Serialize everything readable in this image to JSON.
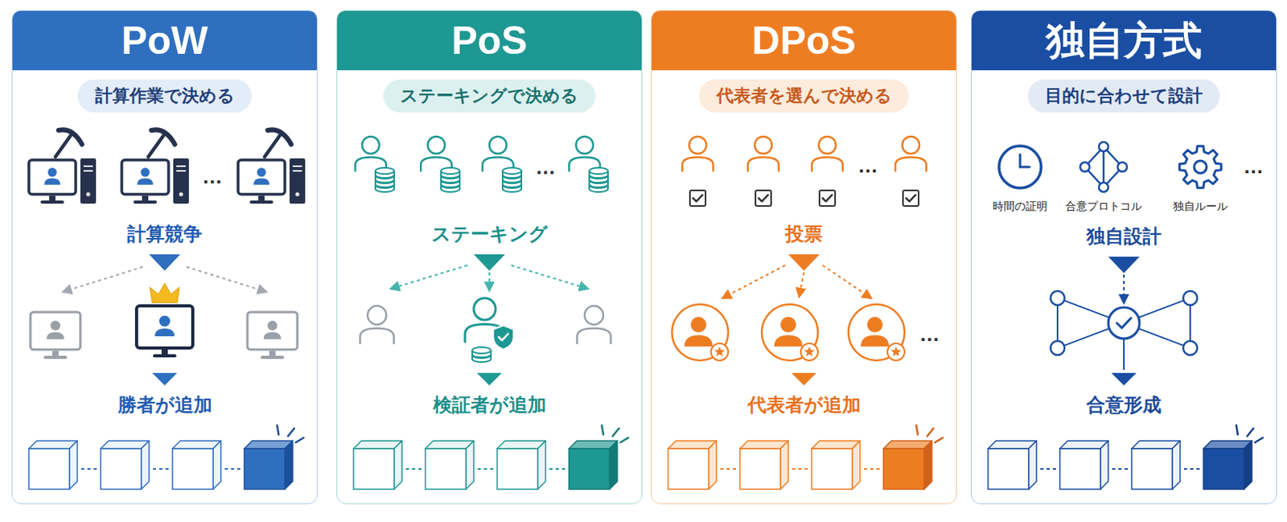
{
  "diagram": {
    "nodes": [
      {
        "text": [
          "PoW"
        ]
      },
      {
        "text": [
          "計算作業で決める"
        ],
        "in": 0
      },
      {
        "text": [
          "PoS"
        ]
      },
      {
        "text": [
          "ステーキングで決める"
        ],
        "in": 2
      },
      {
        "text": [
          "DPoS"
        ]
      },
      {
        "text": [
          "代表者を選んで決める"
        ],
        "in": 4
      },
      {
        "text": [
          "独自方式"
        ]
      },
      {
        "text": [
          "目的に合わせて設計"
        ],
        "in": 6
      }
    ],
    "labels": [
      "…",
      "計算競争",
      "勝者が追加",
      "…",
      "ステーキング",
      "検証者が追加",
      "…",
      "投票",
      "…",
      "代表者が追加",
      "時間の証明",
      "合意プロトコル",
      "独自ルール",
      "…",
      "独自設計",
      "合意形成"
    ]
  }
}
